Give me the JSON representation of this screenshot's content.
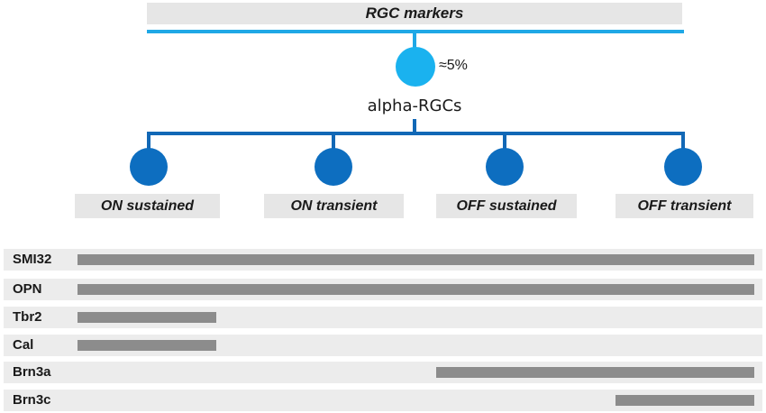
{
  "header": {
    "title": "RGC markers"
  },
  "alpha": {
    "percent": "≈5%",
    "label": "alpha-RGCs"
  },
  "subtypes": [
    {
      "label": "ON sustained"
    },
    {
      "label": "ON transient"
    },
    {
      "label": "OFF sustained"
    },
    {
      "label": "OFF transient"
    }
  ],
  "markers": [
    {
      "name": "SMI32",
      "subtypes": [
        "ON sustained",
        "ON transient",
        "OFF sustained",
        "OFF transient"
      ]
    },
    {
      "name": "OPN",
      "subtypes": [
        "ON sustained",
        "ON transient",
        "OFF sustained",
        "OFF transient"
      ]
    },
    {
      "name": "Tbr2",
      "subtypes": [
        "ON sustained"
      ]
    },
    {
      "name": "Cal",
      "subtypes": [
        "ON sustained"
      ]
    },
    {
      "name": "Brn3a",
      "subtypes": [
        "OFF sustained",
        "OFF transient"
      ]
    },
    {
      "name": "Brn3c",
      "subtypes": [
        "OFF transient"
      ]
    }
  ],
  "colors": {
    "light_blue": "#1fa8e6",
    "dark_blue": "#1268b6",
    "bar_gray": "#8c8c8c",
    "row_gray": "#ececec"
  }
}
